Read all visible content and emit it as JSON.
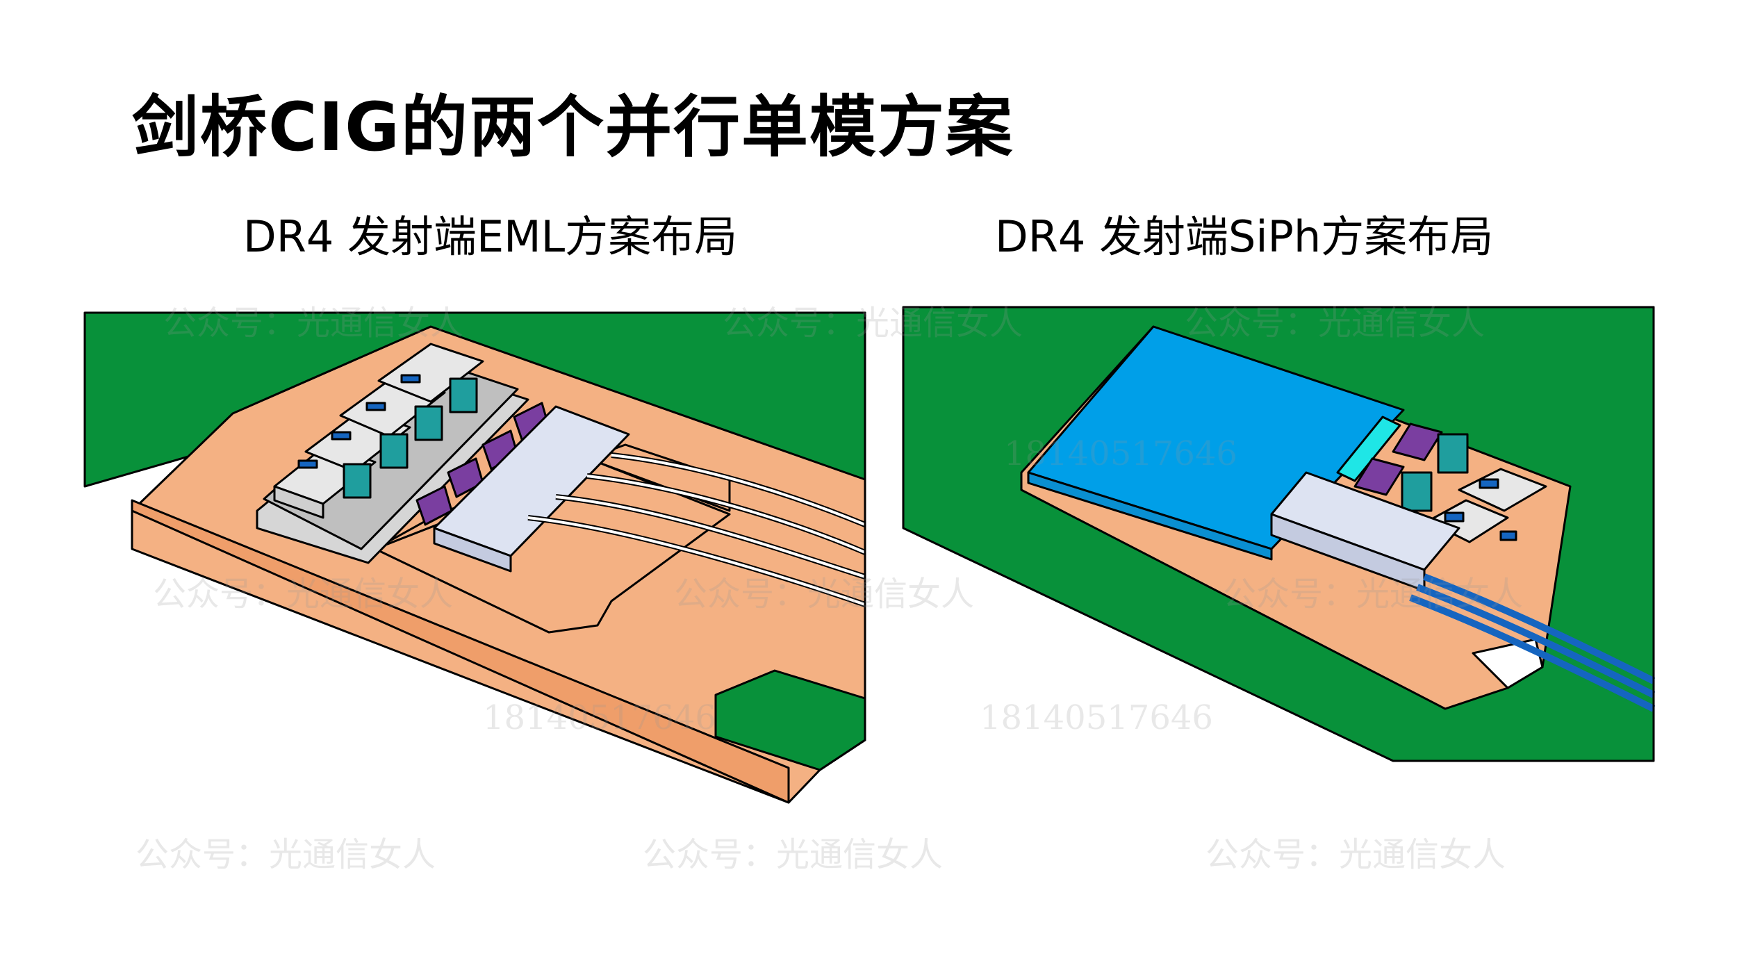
{
  "title": "剑桥CIG的两个并行单模方案",
  "left_panel": {
    "caption": "DR4 发射端EML方案布局"
  },
  "right_panel": {
    "caption": "DR4 发射端SiPh方案布局"
  },
  "colors": {
    "pcb_green": "#08913a",
    "copper": "#f4b183",
    "chip_blue": "#009fe8",
    "lens_cyan": "#1fe6e6",
    "teal": "#1f9e9e",
    "purple": "#7a3ea0",
    "light_block": "#dde3f2",
    "fiber_blue": "#1565c0"
  },
  "watermarks": {
    "wm1": "公众号：光通信女人",
    "wm2": "公众号：光通信女人",
    "wm3": "公众号：光通信女人",
    "wm4": "公众号：光通信女人",
    "wm5": "公众号：光通信女人",
    "wm6": "公众号：光通信女人",
    "wm7": "公众号：光通信女人",
    "wm8": "公众号：光通信女人",
    "wm9": "公众号：光通信女人",
    "phone1": "18140517646",
    "phone2": "18140517646",
    "phone3": "18140517646"
  }
}
